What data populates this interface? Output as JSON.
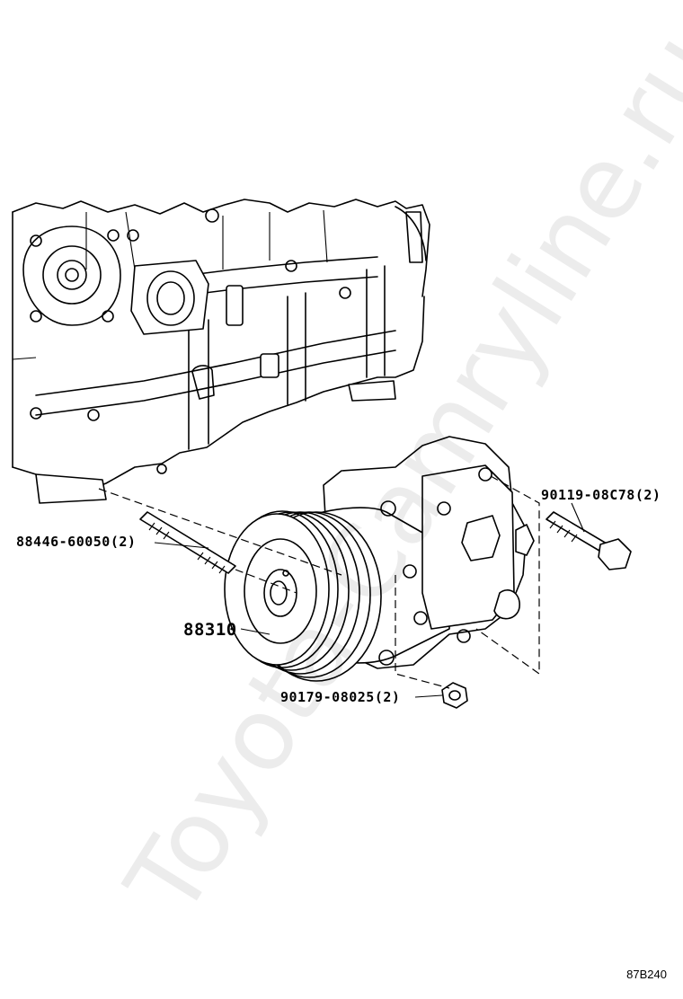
{
  "parts": [
    {
      "number": "88446-60050",
      "qty": "(2)"
    },
    {
      "number": "90119-08C78",
      "qty": "(2)"
    },
    {
      "number": "88310",
      "qty": ""
    },
    {
      "number": "90179-08025",
      "qty": "(2)"
    }
  ],
  "diagram_code": "87B240",
  "watermark": "Toyota-Camryline.ru"
}
